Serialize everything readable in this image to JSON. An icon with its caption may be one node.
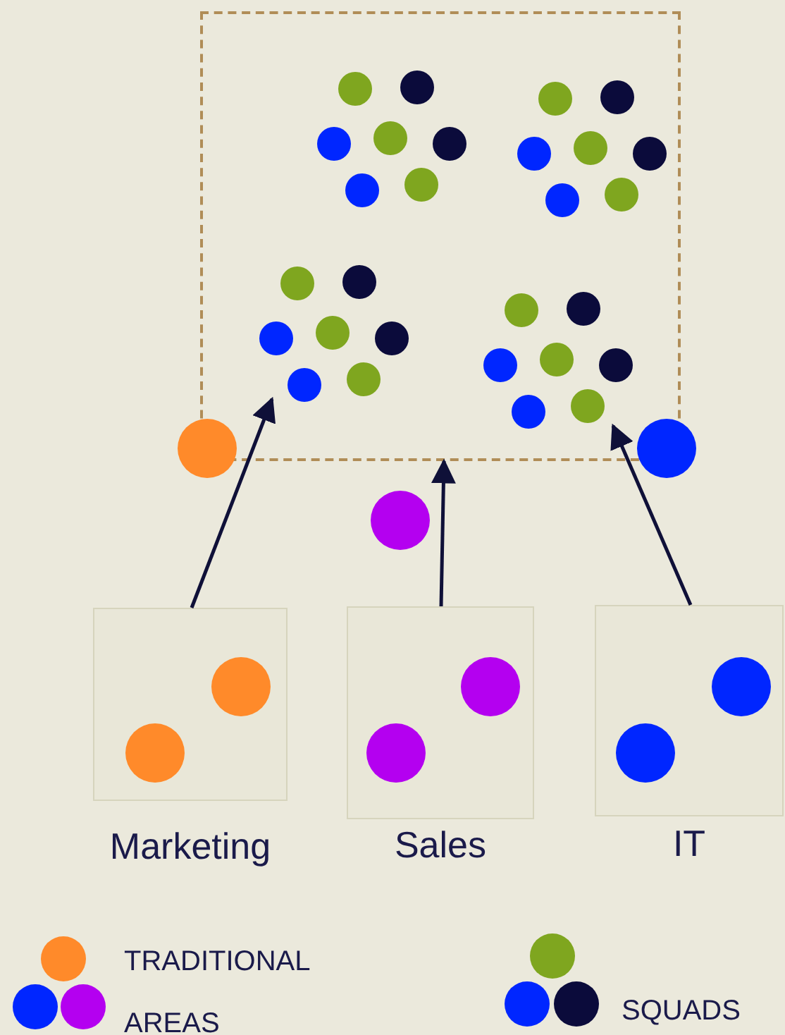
{
  "diagram": {
    "nodes": [
      {
        "text": [],
        "shape": "box"
      },
      {
        "text": [],
        "shape": "picture",
        "in": 0
      },
      {
        "text": [],
        "shape": "picture",
        "in": 0
      },
      {
        "text": [],
        "shape": "picture",
        "in": 0
      },
      {
        "text": [],
        "shape": "picture",
        "in": 0
      },
      {
        "text": [
          "Marketing"
        ]
      },
      {
        "text": [
          "Sales"
        ]
      },
      {
        "text": [
          "IT"
        ]
      }
    ],
    "edges": [
      {
        "from": 5,
        "to": 3,
        "arrow": "to"
      },
      {
        "from": 6,
        "to": 0,
        "arrow": "to"
      },
      {
        "from": 7,
        "to": 4,
        "arrow": "to"
      }
    ],
    "legend": [
      {
        "text": "TRADITIONAL AREAS"
      },
      {
        "text": "SQUADS"
      }
    ]
  }
}
